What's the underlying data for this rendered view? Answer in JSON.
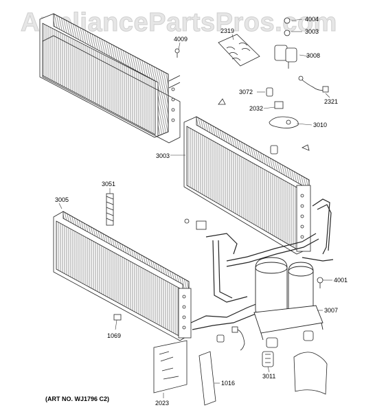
{
  "watermark": "AppliancePartsPros.com",
  "art_number": "(ART NO. WJ1796 C2)",
  "callouts": {
    "p4004": "4004",
    "p3003top": "3003",
    "p4009": "4009",
    "p2319": "2319",
    "p3008": "3008",
    "p3072": "3072",
    "p2321": "2321",
    "p2032": "2032",
    "p3010": "3010",
    "p3003": "3003",
    "p3051": "3051",
    "p3005": "3005",
    "p4001": "4001",
    "p3007": "3007",
    "p1069": "1069",
    "p3011": "3011",
    "p1016": "1016",
    "p2023": "2023"
  }
}
